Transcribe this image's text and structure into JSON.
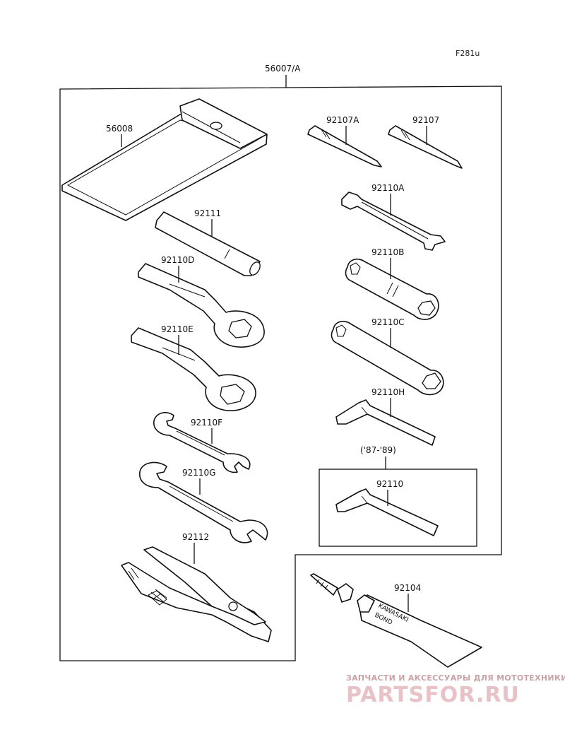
{
  "diagram": {
    "ref_code": "F281u",
    "assembly_label": "56007/A",
    "years_label": "('87-'89)",
    "parts": [
      {
        "key": "case",
        "number": "56008"
      },
      {
        "key": "screwdriver_a",
        "number": "92107A"
      },
      {
        "key": "screwdriver",
        "number": "92107"
      },
      {
        "key": "handle_bar",
        "number": "92111"
      },
      {
        "key": "flat_wrench",
        "number": "92110A"
      },
      {
        "key": "ring_wrench_d",
        "number": "92110D"
      },
      {
        "key": "socket_b",
        "number": "92110B"
      },
      {
        "key": "ring_wrench_e",
        "number": "92110E"
      },
      {
        "key": "socket_c",
        "number": "92110C"
      },
      {
        "key": "hex_key_h",
        "number": "92110H"
      },
      {
        "key": "open_wrench_f",
        "number": "92110F"
      },
      {
        "key": "open_wrench_g",
        "number": "92110G"
      },
      {
        "key": "hex_key",
        "number": "92110"
      },
      {
        "key": "pliers",
        "number": "92112"
      },
      {
        "key": "bond_tube",
        "number": "92104"
      }
    ],
    "tube_text": [
      "KAWASAKI",
      "BOND"
    ]
  },
  "watermark": {
    "tagline": "ЗАПЧАСТИ И АКСЕССУАРЫ ДЛЯ МОТОТЕХНИКИ",
    "brand": "PARTSFOR.RU"
  }
}
